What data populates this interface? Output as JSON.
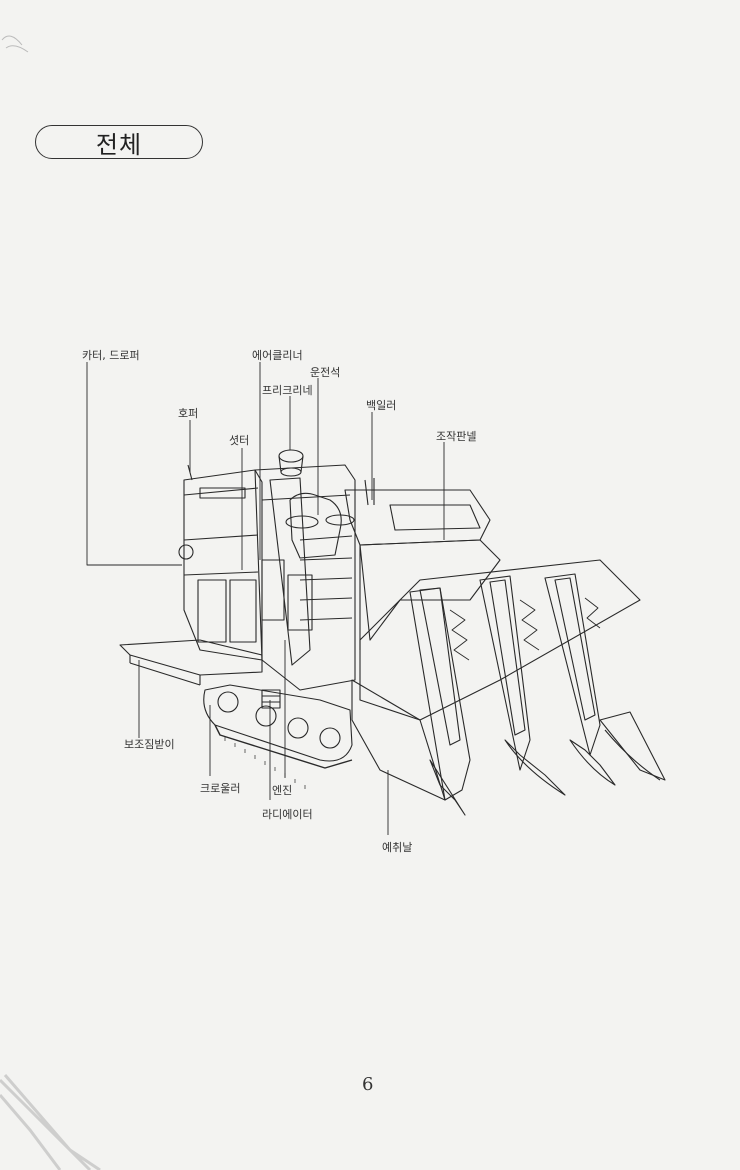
{
  "title": "전체",
  "page_number": "6",
  "labels": {
    "cutter_dropper": "카터, 드로퍼",
    "air_cleaner": "에어클리너",
    "driver_seat": "운전석",
    "precleaner": "프리크리네",
    "back_roller": "백일러",
    "hopper": "호퍼",
    "shutter": "셧터",
    "control_panel": "조작판넬",
    "aux_bag_holder": "보조짐받이",
    "crawler": "크로울러",
    "engine": "엔진",
    "radiator": "라디에이터",
    "reaper_blade": "예취날"
  }
}
